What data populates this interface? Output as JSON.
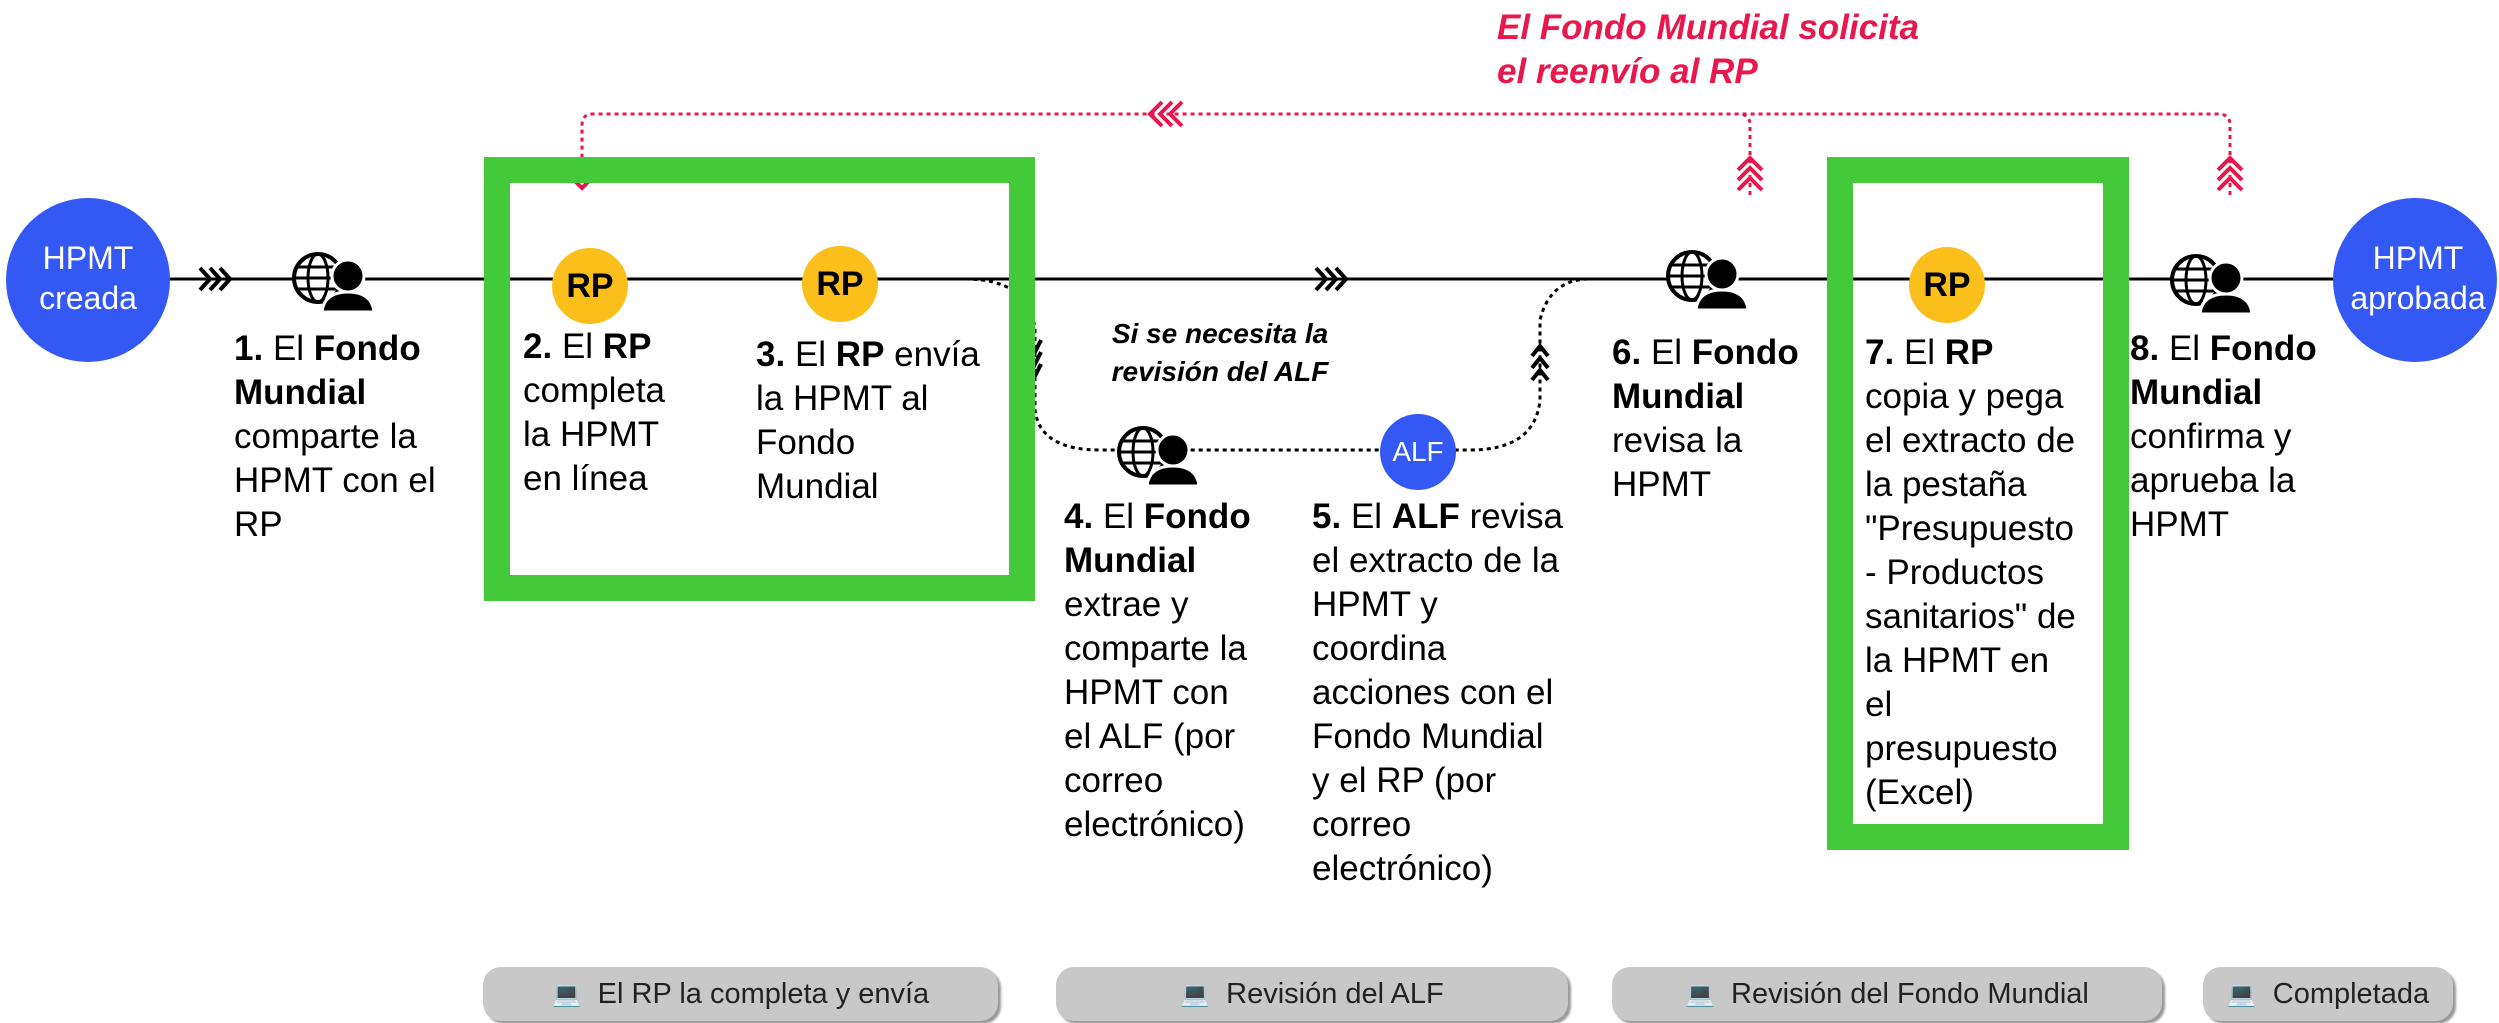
{
  "start_node": {
    "line1": "HPMT",
    "line2": "creada"
  },
  "end_node": {
    "line1": "HPMT",
    "line2": "aprobada"
  },
  "return_note": {
    "line1": "El Fondo Mundial solicita",
    "line2": "el reenvío al RP"
  },
  "condition_note": {
    "line1": "Si se necesita la",
    "line2": "revisión del ALF"
  },
  "badges": {
    "rp": "RP",
    "alf": "ALF"
  },
  "steps": [
    {
      "num": "1.",
      "pre": "El",
      "bold": "Fondo",
      "bold2": "Mundial",
      "rest": [
        "comparte la",
        "HPMT con el",
        "RP"
      ]
    },
    {
      "num": "2.",
      "pre": "El",
      "bold": "RP",
      "rest": [
        "completa",
        "la HPMT",
        "en línea"
      ]
    },
    {
      "num": "3.",
      "pre": "El",
      "bold": "RP",
      "post": "envía",
      "rest": [
        "la HPMT al",
        "Fondo",
        "Mundial"
      ]
    },
    {
      "num": "4.",
      "pre": "El",
      "bold": "Fondo",
      "bold2": "Mundial",
      "rest": [
        "extrae y",
        "comparte la",
        "HPMT con",
        "el ALF (por",
        "correo",
        "electrónico)"
      ]
    },
    {
      "num": "5.",
      "pre": "El",
      "bold": "ALF",
      "post": "revisa",
      "rest": [
        "el extracto de la",
        "HPMT y",
        "coordina",
        "acciones con el",
        "Fondo Mundial",
        "y el RP (por",
        "correo",
        "electrónico)"
      ]
    },
    {
      "num": "6.",
      "pre": "El",
      "bold": "Fondo",
      "bold2": "Mundial",
      "rest": [
        "revisa la",
        "HPMT"
      ]
    },
    {
      "num": "7.",
      "pre": "El",
      "bold": "RP",
      "rest": [
        "copia y pega",
        "el extracto de",
        "la pestaña",
        "\"Presupuesto",
        "- Productos",
        "sanitarios\" de",
        "la HPMT en",
        "el",
        "presupuesto",
        "(Excel)"
      ]
    },
    {
      "num": "8.",
      "pre": "El",
      "bold": "Fondo",
      "bold2": "Mundial",
      "rest": [
        "confirma y",
        "aprueba la",
        "HPMT"
      ]
    }
  ],
  "phases": [
    {
      "icon": "💻",
      "label": "El RP la completa y envía"
    },
    {
      "icon": "💻",
      "label": "Revisión del ALF"
    },
    {
      "icon": "💻",
      "label": "Revisión del Fondo Mundial"
    },
    {
      "icon": "💻",
      "label": "Completada"
    }
  ],
  "colors": {
    "blue": "#3358f4",
    "yellow": "#fbbf1c",
    "green": "#44c93a",
    "red": "#e8174c",
    "phase_bg": "#c8c8c8"
  }
}
